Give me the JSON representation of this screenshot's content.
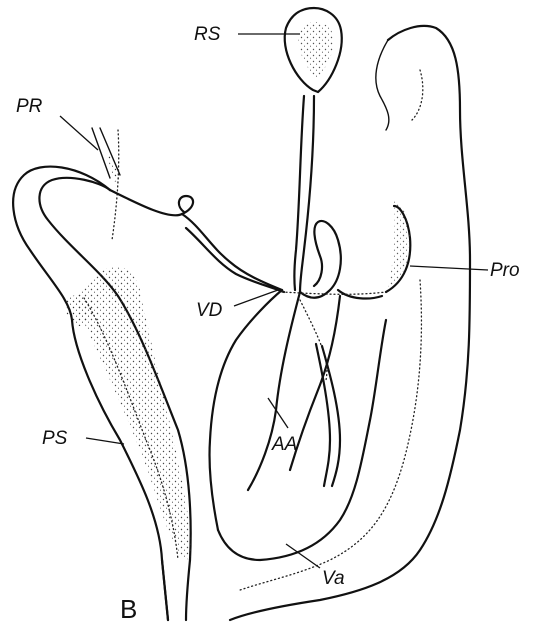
{
  "figure": {
    "panel_letter": "B",
    "labels": {
      "rs": "RS",
      "pr": "PR",
      "pro": "Pro",
      "vd": "VD",
      "ps": "PS",
      "aa": "AA",
      "va": "Va"
    }
  }
}
